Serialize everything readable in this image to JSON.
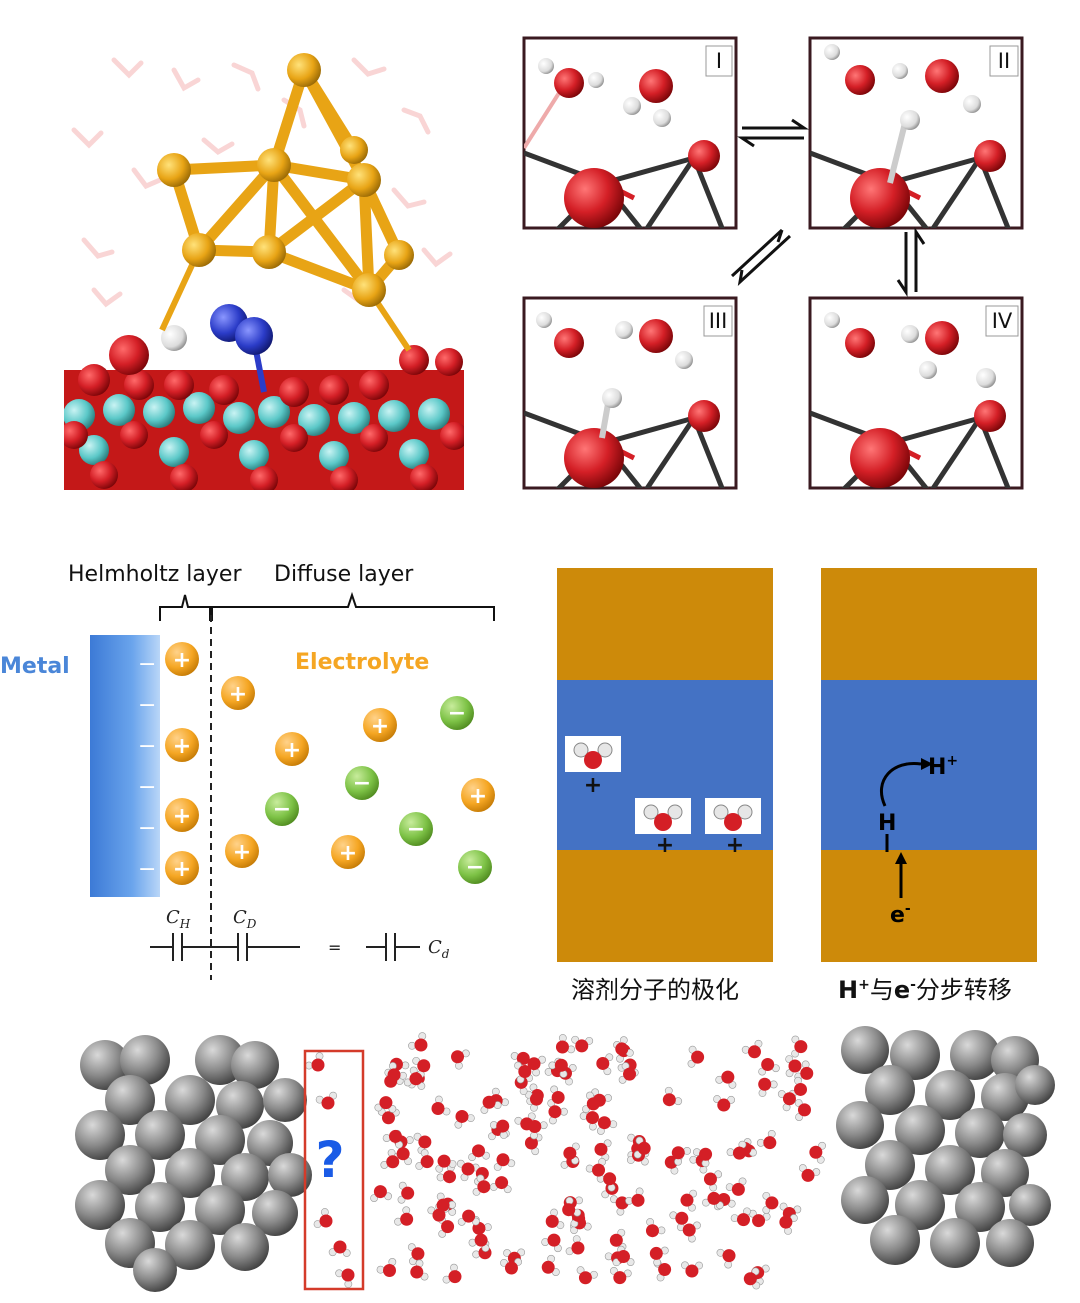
{
  "structure_panels": {
    "roman": [
      "I",
      "II",
      "III",
      "IV"
    ]
  },
  "edl": {
    "helmholtz_label": "Helmholtz layer",
    "diffuse_label": "Diffuse layer",
    "metal_label": "Metal",
    "electrolyte_label": "Electrolyte",
    "plus": "+",
    "minus": "−",
    "c_h": "C",
    "c_h_sub": "H",
    "c_d": "C",
    "c_d_sub": "D",
    "equals": "=",
    "c_total": "C",
    "c_total_sub": "d"
  },
  "interface_boxes": {
    "caption_left": "溶剂分子的极化",
    "caption_right_h": "H",
    "caption_right_plus": "+",
    "caption_right_mid": "与",
    "caption_right_e": "e",
    "caption_right_minus": "-",
    "caption_right_end": "分步转移",
    "proton_label": "H",
    "proton_sup": "+",
    "h_label": "H",
    "electron_label": "e",
    "electron_sup": "-",
    "charge_plus": "+"
  },
  "water_slab": {
    "question": "?"
  },
  "colors": {
    "gold": "#E8A415",
    "oxygen": "#D41F26",
    "titanium": "#5BC8C8",
    "nitrogen": "#2B3CC8",
    "plus_ion": "#F5A623",
    "minus_ion": "#7DC246",
    "orange_band": "#CD8A0A",
    "blue_band": "#4472C4",
    "metal_blue": "#4A86D8",
    "grey_atom": "#7a7a7a",
    "question_blue": "#1A5BE6",
    "box_red": "#D43B2A"
  }
}
